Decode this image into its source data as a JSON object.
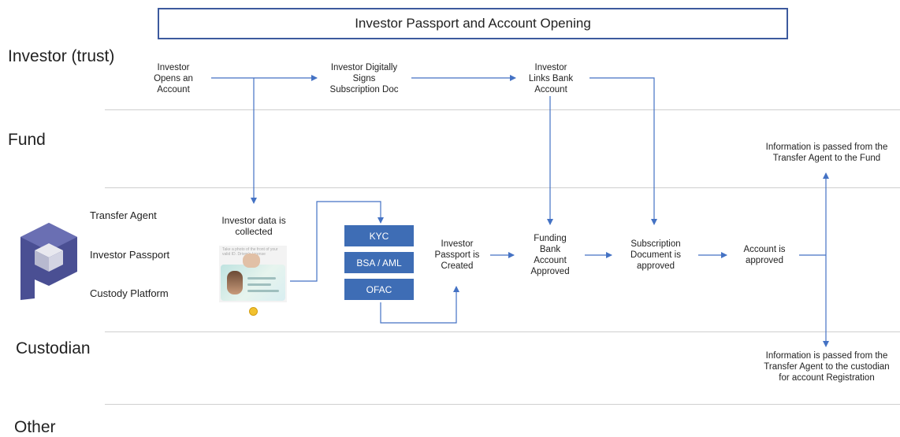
{
  "title": "Investor Passport and Account Opening",
  "lanes": {
    "investor": "Investor (trust)",
    "fund": "Fund",
    "custodian": "Custodian",
    "other": "Other"
  },
  "platform_labels": {
    "transfer_agent": "Transfer Agent",
    "investor_passport": "Investor Passport",
    "custody_platform": "Custody Platform"
  },
  "nodes": {
    "opens_account": [
      "Investor",
      "Opens an",
      "Account"
    ],
    "signs_doc": [
      "Investor Digitally",
      "Signs",
      "Subscription Doc"
    ],
    "links_bank": [
      "Investor",
      "Links Bank",
      "Account"
    ],
    "data_collected": [
      "Investor data is",
      "collected"
    ],
    "passport_created": [
      "Investor",
      "Passport is",
      "Created"
    ],
    "funding_approved": [
      "Funding",
      "Bank",
      "Account",
      "Approved"
    ],
    "subscription_approved": [
      "Subscription",
      "Document is",
      "approved"
    ],
    "account_approved": [
      "Account is",
      "approved"
    ],
    "info_to_fund": [
      "Information is passed from the",
      "Transfer Agent to the Fund"
    ],
    "info_to_custodian": [
      "Information is passed from the",
      "Transfer Agent to the custodian",
      "for account Registration"
    ]
  },
  "checks": {
    "kyc": "KYC",
    "bsa_aml": "BSA / AML",
    "ofac": "OFAC"
  },
  "photo_hint": "Take a photo of the front of your valid ID. Driver's License",
  "colors": {
    "accent": "#3e6db5",
    "arrow": "#4472c4",
    "title_border": "#3d5a9e",
    "logo": "#4a4f93"
  },
  "icons": {
    "logo": "investor-passport-logo",
    "id_photo": "id-card-photo"
  }
}
